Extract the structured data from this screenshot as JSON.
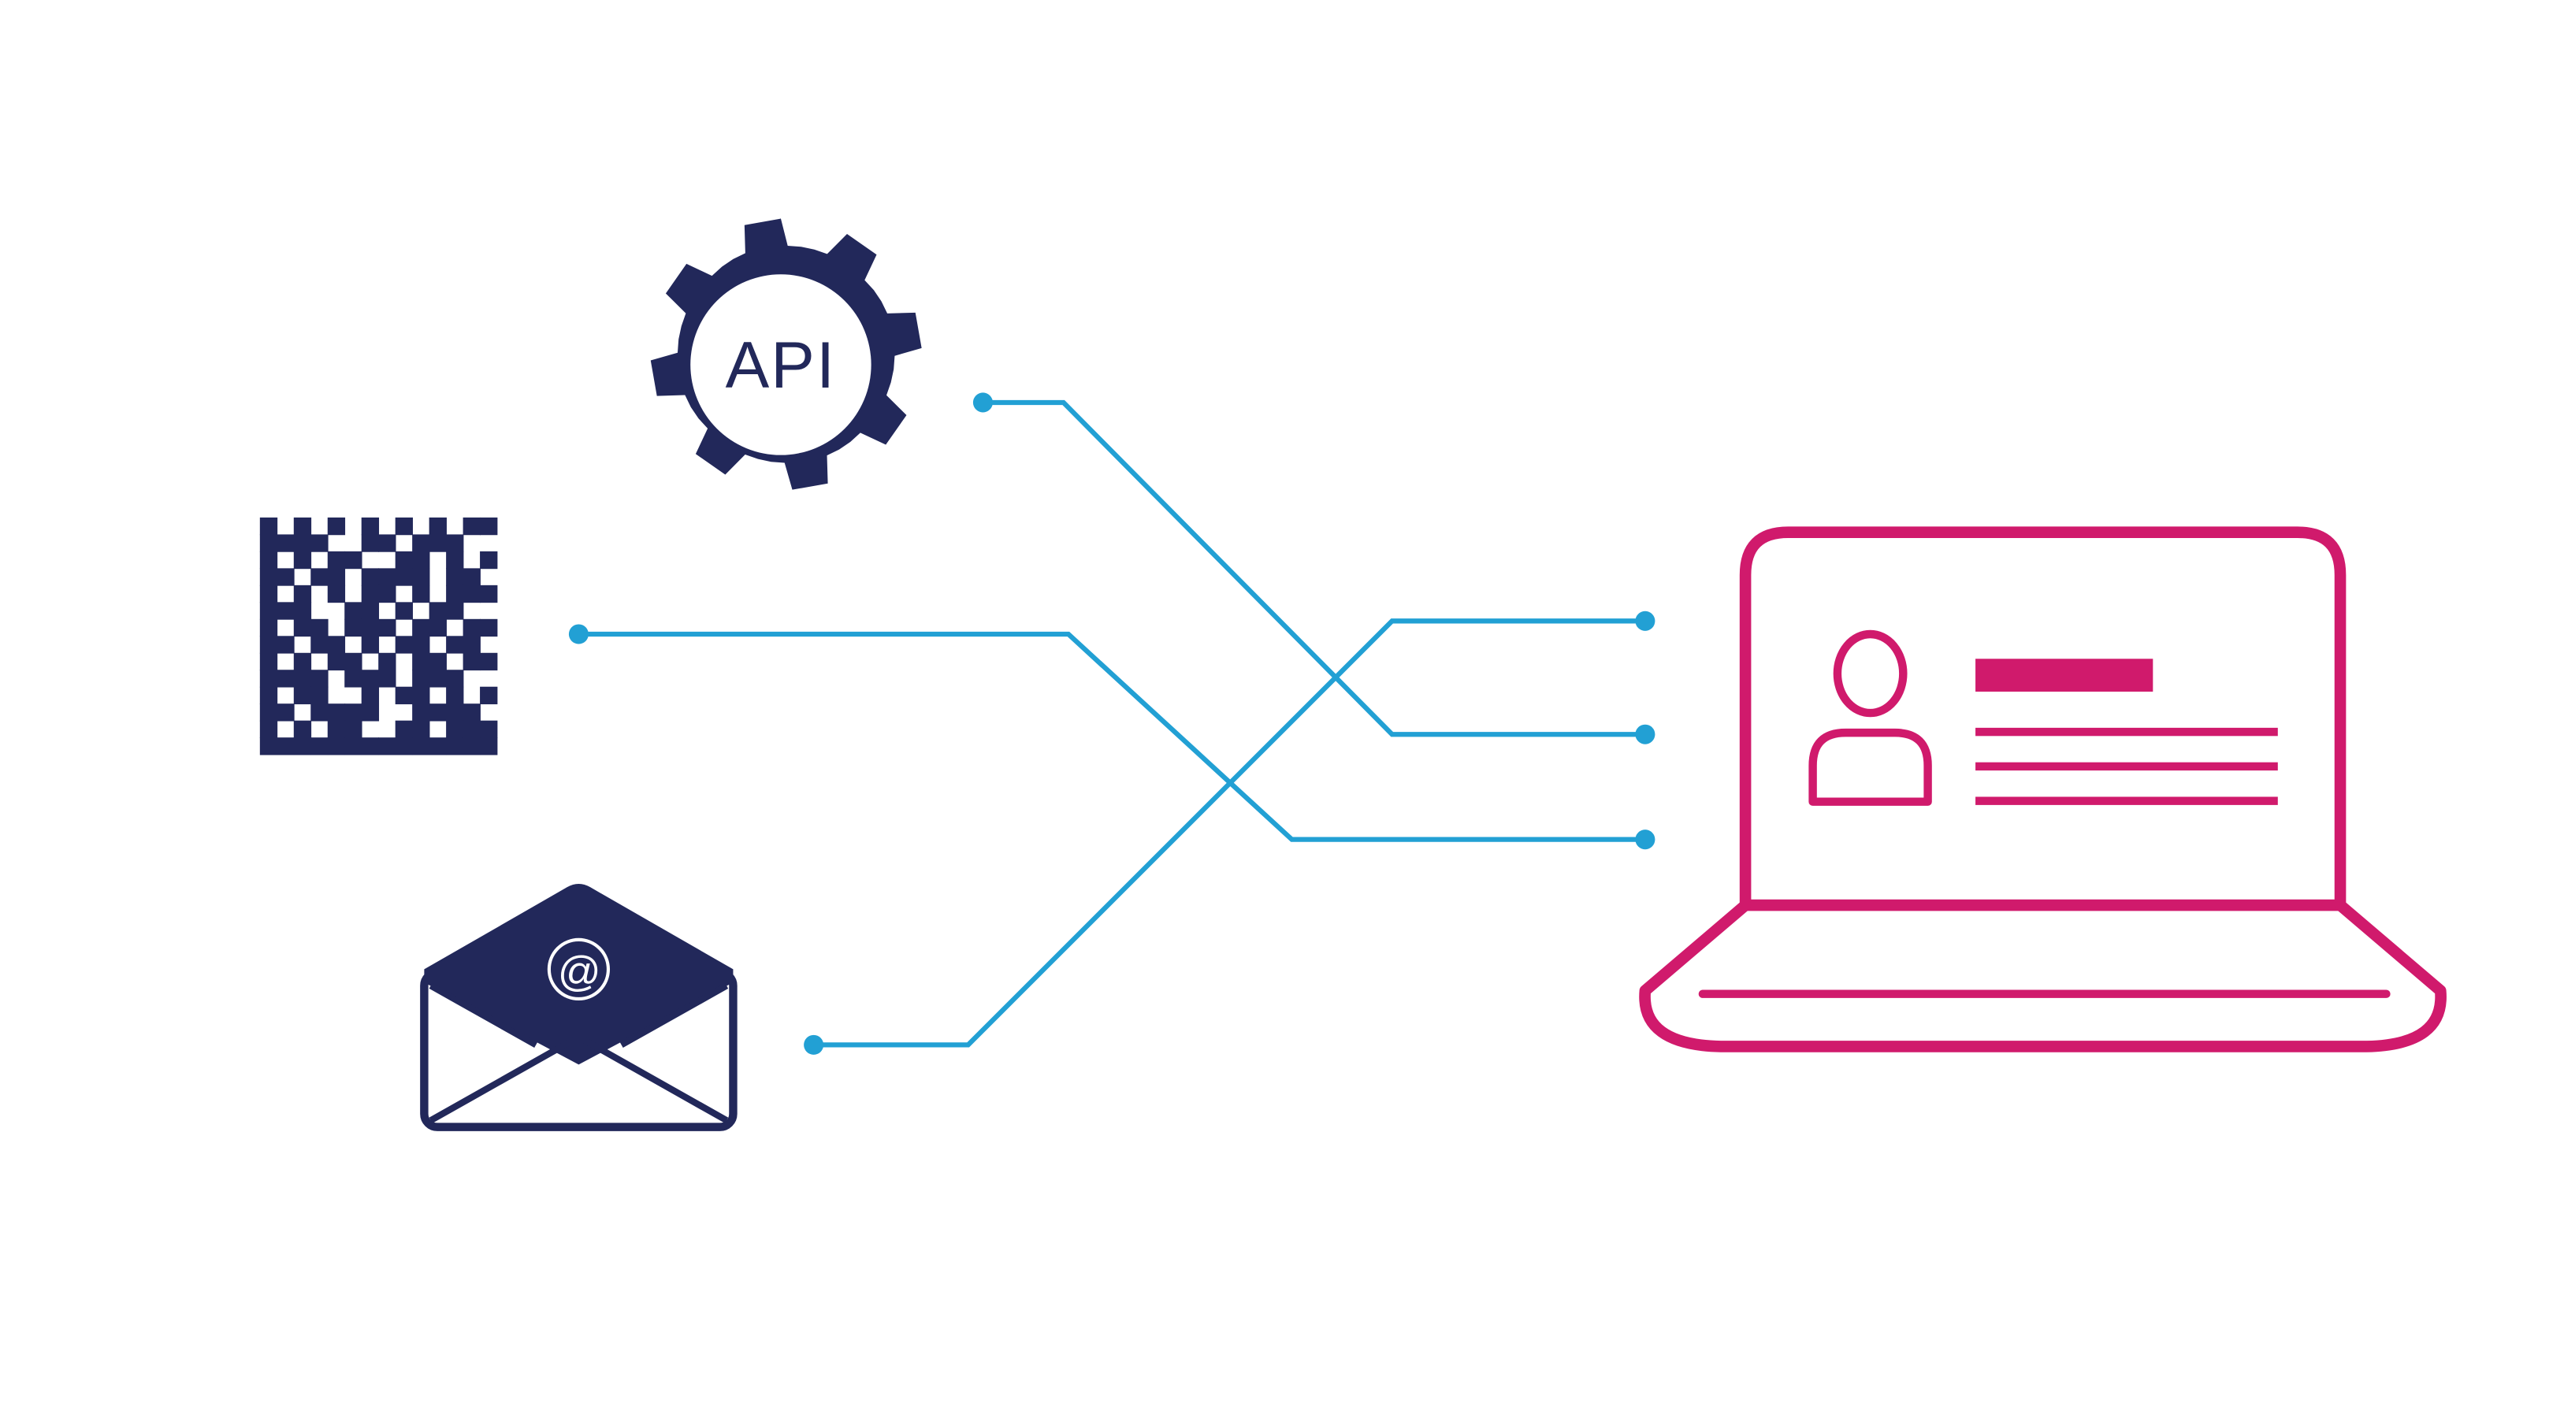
{
  "colors": {
    "background": "#ffffff",
    "navy": "#22285a",
    "cyan": "#22a0d4",
    "magenta": "#d01a6c"
  },
  "sources": {
    "api_gear": {
      "icon": "gear-icon",
      "label": "API"
    },
    "matrix_code": {
      "icon": "data-matrix-icon"
    },
    "email": {
      "icon": "envelope-icon",
      "symbol": "@"
    }
  },
  "destination": {
    "icon": "laptop-icon",
    "screen_content": [
      "user-profile-icon",
      "heading-bar",
      "text-lines"
    ]
  },
  "connectors": [
    {
      "from": "api",
      "to": "laptop-slot-2"
    },
    {
      "from": "matrix-code",
      "to": "laptop-slot-3"
    },
    {
      "from": "email",
      "to": "laptop-slot-1"
    }
  ]
}
